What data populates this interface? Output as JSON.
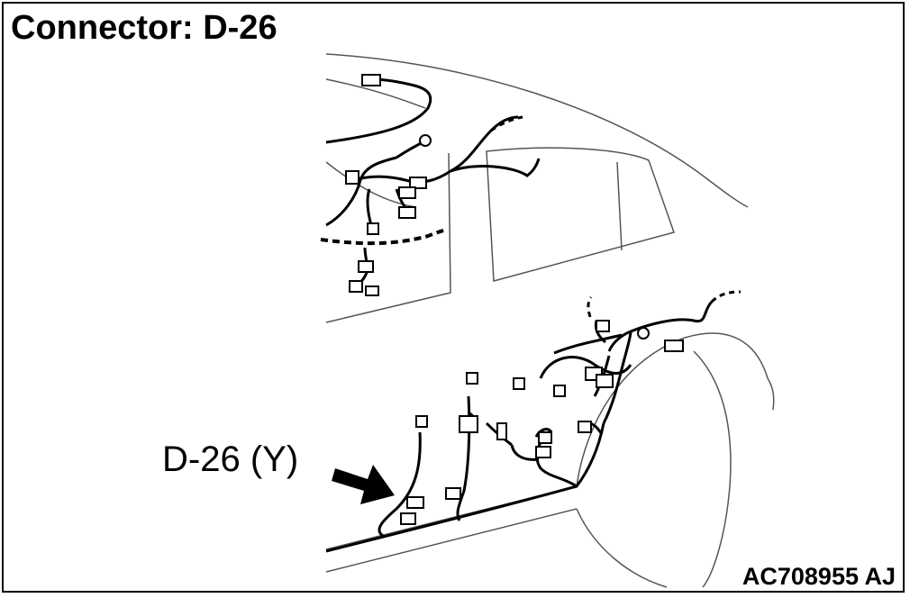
{
  "diagram": {
    "title": "Connector: D-26",
    "callout_label": "D-26 (Y)",
    "figure_code": "AC708955 AJ"
  },
  "colors": {
    "ink": "#000000",
    "outline": "#555555",
    "background": "#ffffff"
  }
}
